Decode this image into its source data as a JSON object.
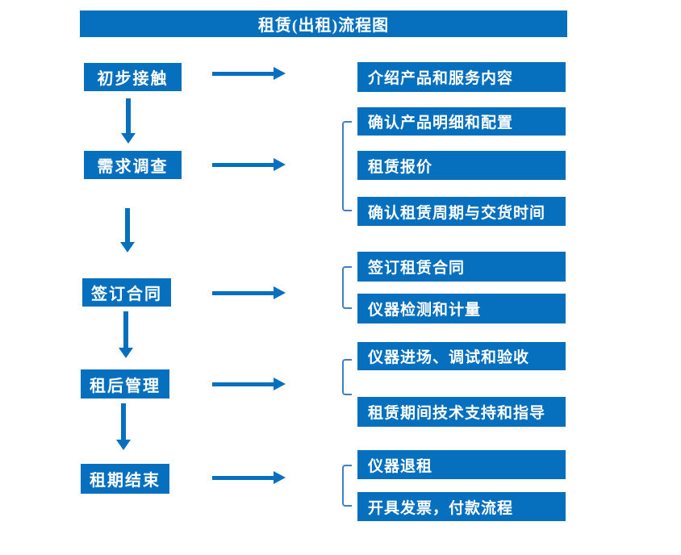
{
  "title": "租赁(出租)流程图",
  "colors": {
    "primary": "#0770BE",
    "bracket": "#3E80C3",
    "text_on_primary": "#FFFFFF",
    "background": "#FFFFFF"
  },
  "stages": [
    {
      "label": "初步接触",
      "details": [
        "介绍产品和服务内容"
      ]
    },
    {
      "label": "需求调查",
      "details": [
        "确认产品明细和配置",
        "租赁报价",
        "确认租赁周期与交货时间"
      ]
    },
    {
      "label": "签订合同",
      "details": [
        "签订租赁合同",
        "仪器检测和计量"
      ]
    },
    {
      "label": "租后管理",
      "details": [
        "仪器进场、调试和验收",
        "租赁期间技术支持和指导"
      ]
    },
    {
      "label": "租期结束",
      "details": [
        "仪器退租",
        "开具发票，付款流程"
      ]
    }
  ]
}
